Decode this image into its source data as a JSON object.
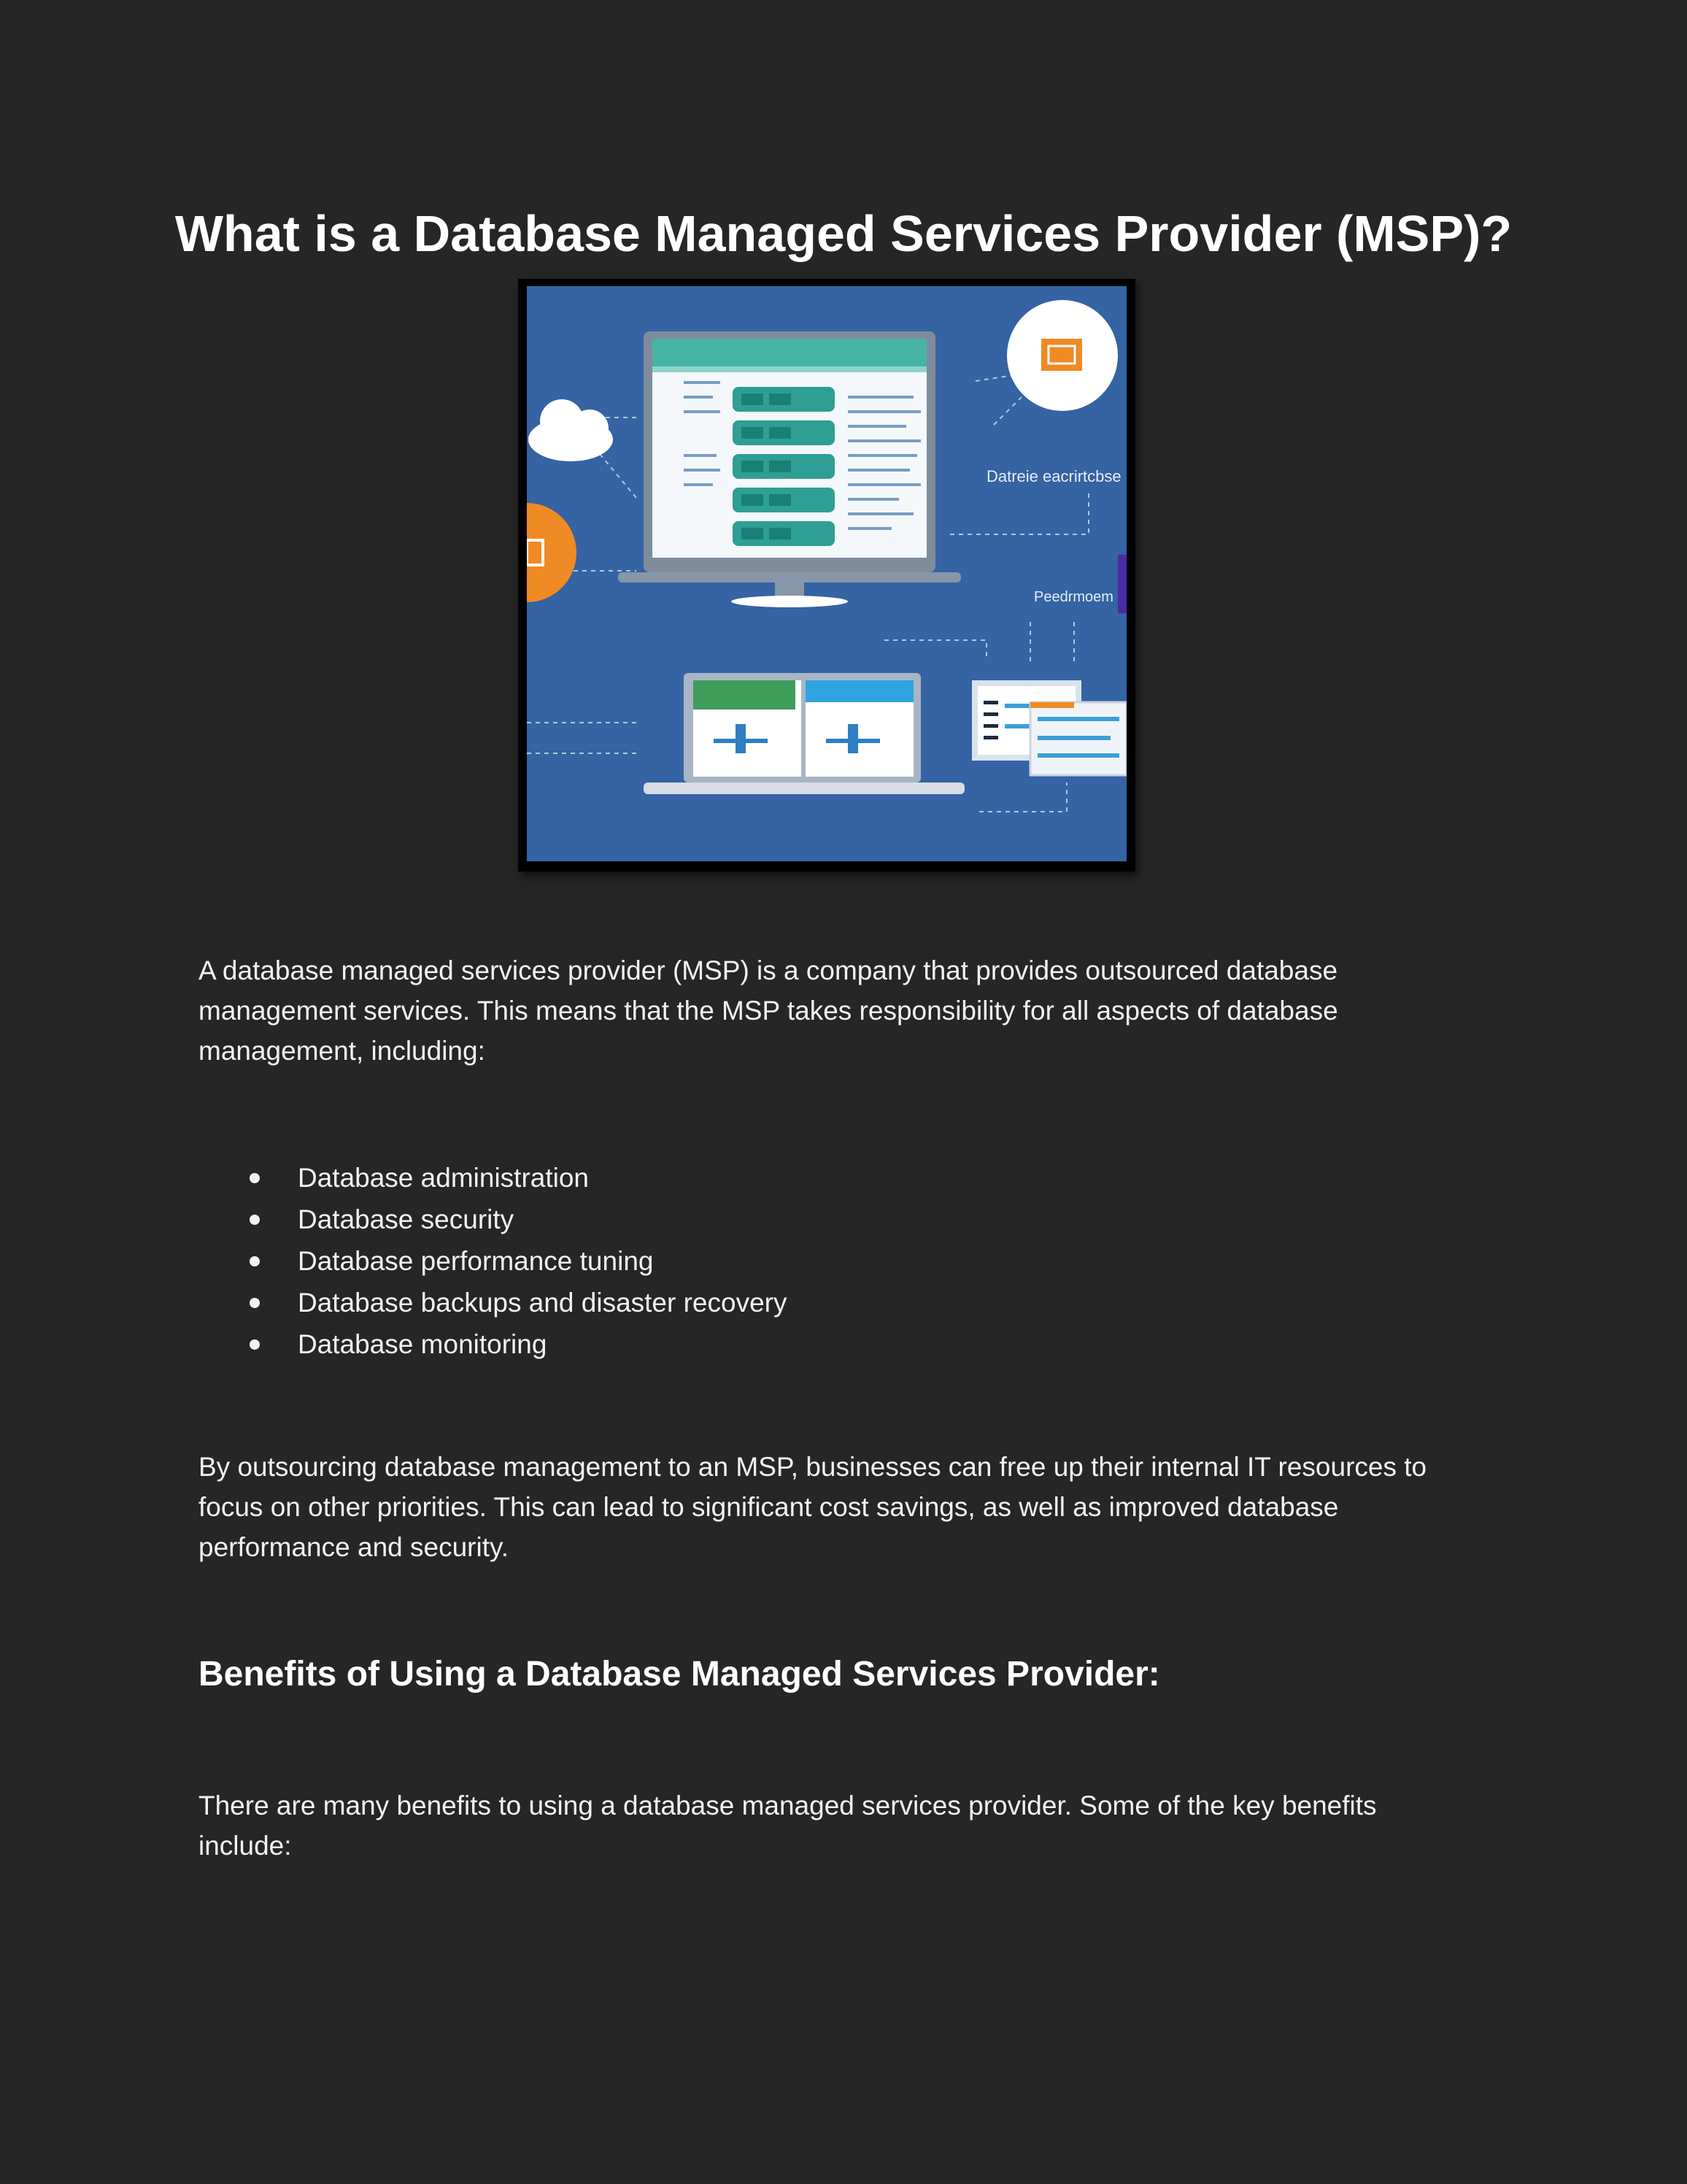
{
  "title": "What is a Database Managed Services Provider (MSP)?",
  "hero_image": {
    "label_database": "Datreie eacrirtcbse",
    "label_performance": "Peedrmoem"
  },
  "intro_paragraph": "A database managed services provider (MSP) is a company that provides outsourced database management services. This means that the MSP takes responsibility for all aspects of database management, including:",
  "services": [
    "Database administration",
    "Database security",
    "Database performance tuning",
    "Database backups and disaster recovery",
    "Database monitoring"
  ],
  "outsourcing_paragraph": "By outsourcing database management to an MSP, businesses can free up their internal IT resources to focus on other priorities. This can lead to significant cost savings, as well as improved database performance and security.",
  "benefits_heading": "Benefits of Using a Database Managed Services Provider:",
  "benefits_paragraph": "There are many benefits to using a database managed services provider. Some of the key benefits include:",
  "colors": {
    "background": "#262626",
    "text": "#f2f2f2",
    "image_blue": "#3563a3",
    "teal": "#45b3a8",
    "orange": "#f08a24"
  }
}
